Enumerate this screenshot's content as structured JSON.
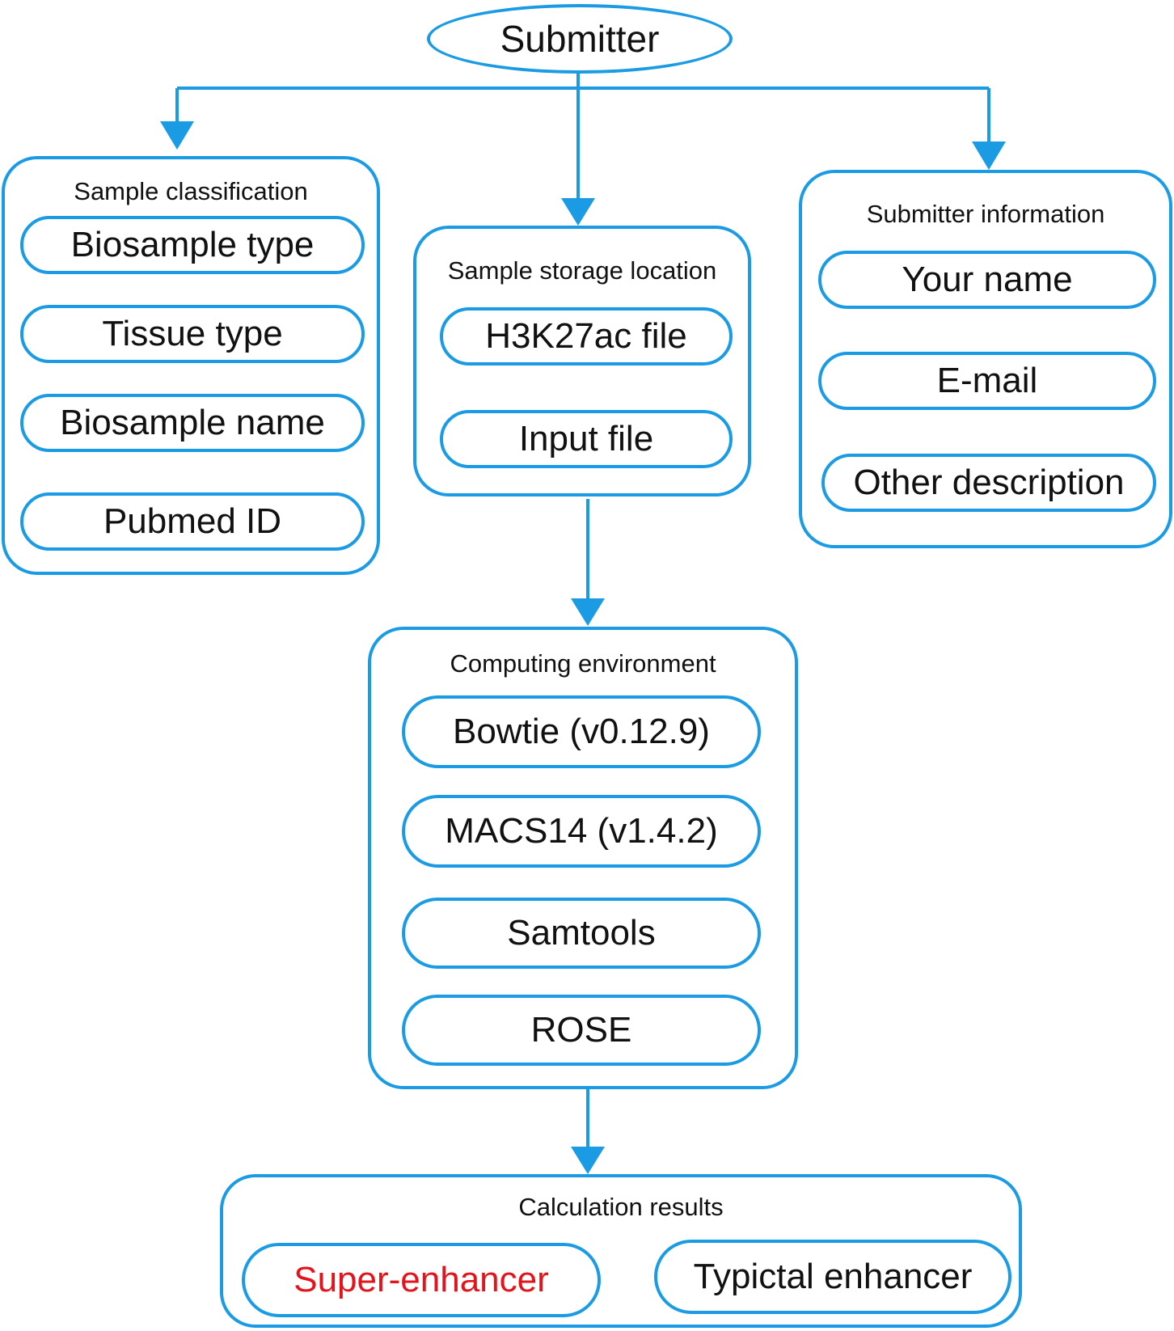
{
  "root": {
    "label": "Submitter"
  },
  "groups": {
    "sample_classification": {
      "title": "Sample classification",
      "items": [
        "Biosample type",
        "Tissue type",
        "Biosample name",
        "Pubmed ID"
      ]
    },
    "sample_storage": {
      "title": "Sample storage location",
      "items": [
        "H3K27ac file",
        "Input file"
      ]
    },
    "submitter_information": {
      "title": "Submitter information",
      "items": [
        "Your name",
        "E-mail",
        "Other description"
      ]
    },
    "computing_environment": {
      "title": "Computing environment",
      "items": [
        "Bowtie (v0.12.9)",
        "MACS14 (v1.4.2)",
        "Samtools",
        "ROSE"
      ]
    },
    "calculation_results": {
      "title": "Calculation results",
      "items": [
        "Super-enhancer",
        "Typictal enhancer"
      ]
    }
  },
  "colors": {
    "accent": "#1a9be3",
    "highlight": "#e3141b",
    "text": "#111111"
  }
}
